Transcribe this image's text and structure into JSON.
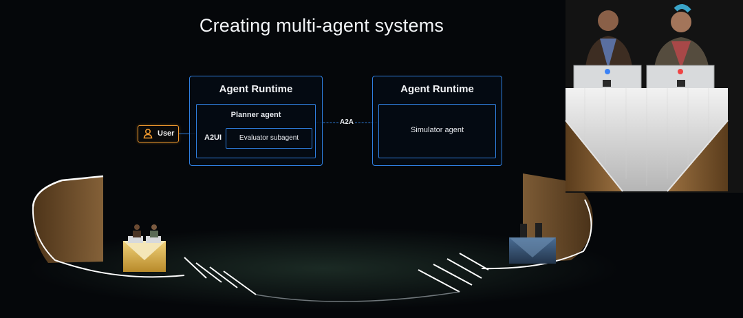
{
  "slide": {
    "title": "Creating multi-agent systems"
  },
  "diagram": {
    "user_label": "User",
    "left_runtime": {
      "title": "Agent Runtime",
      "planner_label": "Planner agent",
      "a2ui_label": "A2UI",
      "evaluator_label": "Evaluator subagent"
    },
    "connector_label": "A2A",
    "right_runtime": {
      "title": "Agent Runtime",
      "simulator_label": "Simulator agent"
    }
  },
  "colors": {
    "background": "#05070a",
    "agent_border": "#2f7fe0",
    "user_accent": "#f29a2e",
    "stage_trim": "#ffffff",
    "stage_wood": "#8a6232",
    "podium_gold": "#e0b850"
  },
  "icons": {
    "user": "person-icon",
    "monitor_logo": "cloud-logo-icon"
  }
}
